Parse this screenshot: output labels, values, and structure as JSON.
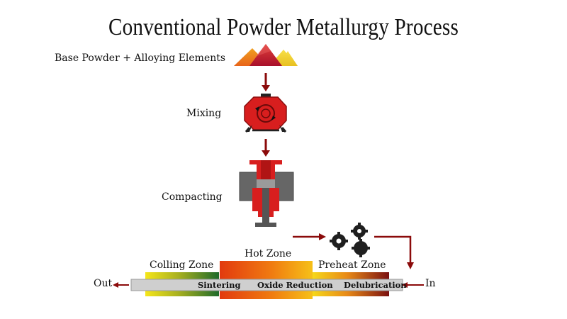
{
  "title": "Conventional Powder Metallurgy Process",
  "steps": {
    "powder": "Base Powder + Alloying Elements",
    "mixing": "Mixing",
    "compacting": "Compacting"
  },
  "furnace": {
    "cooling_zone": "Colling Zone",
    "hot_zone": "Hot Zone",
    "preheat_zone": "Preheat Zone",
    "sintering": "Sintering",
    "oxide_reduction": "Oxide Reduction",
    "delubrication": "Delubrication",
    "out": "Out",
    "in": "In"
  },
  "colors": {
    "arrow": "#8b0a0a",
    "machine_red": "#d81e1e",
    "hot_orange": "#e84e10",
    "cooling_green": "#1e6a2a",
    "preheat_dark": "#7a1010",
    "gear": "#1f1f1f",
    "rail_gray": "#cfcfcf"
  }
}
